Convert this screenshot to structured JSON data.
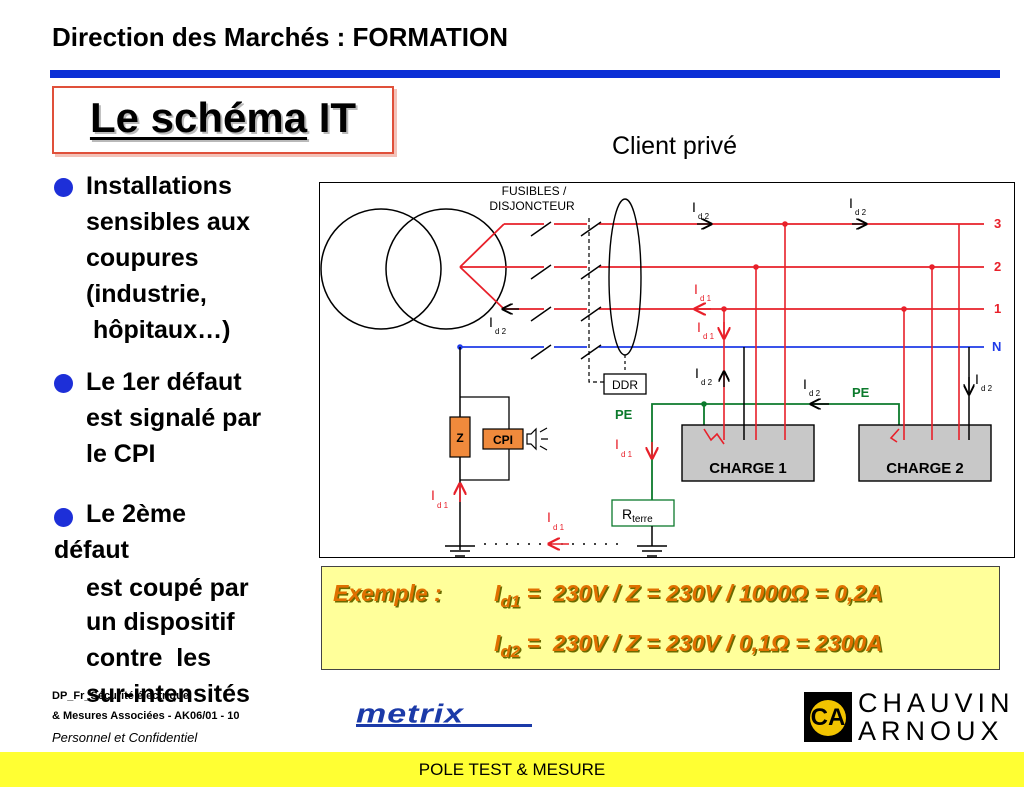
{
  "header": {
    "title": "Direction des Marchés : FORMATION"
  },
  "slide": {
    "title_part1": "Le schéma",
    "title_part2": " IT",
    "client_label": "Client privé"
  },
  "bullets": [
    {
      "lines": [
        "Installations",
        "sensibles aux",
        "coupures",
        "(industrie,",
        " hôpitaux…)"
      ]
    },
    {
      "lines": [
        "Le 1er défaut",
        "est signalé par",
        "le CPI"
      ]
    },
    {
      "lines": [
        "Le 2ème",
        "défaut",
        "est coupé par",
        "un dispositif",
        "contre  les",
        "sur-intensités"
      ]
    }
  ],
  "diagram": {
    "fuses_label_1": "FUSIBLES /",
    "fuses_label_2": "DISJONCTEUR",
    "phase_labels": [
      "3",
      "2",
      "1",
      "N"
    ],
    "ddr_label": "DDR",
    "z_label": "Z",
    "cpi_label": "CPI",
    "pe_label": "PE",
    "current_symbol": "I",
    "sub_d1": "d 1",
    "sub_d2": "d 2",
    "charge1": "CHARGE 1",
    "charge2": "CHARGE 2",
    "rterre_main": "R",
    "rterre_sub": "terre",
    "colors": {
      "phase": "#e8202a",
      "neutral": "#1f3be8",
      "pe": "#0c7a2c",
      "charge_fill": "#c8c8c8",
      "z_fill": "#f08a3c"
    }
  },
  "example": {
    "label": "Exemple :",
    "eq1": {
      "lhs_main": "I",
      "lhs_sub": "d1",
      "rhs": " =  230V / Z = 230V / 1000Ω = 0,2A"
    },
    "eq2": {
      "lhs_main": "I",
      "lhs_sub": "d2",
      "rhs": " =  230V / Z = 230V / 0,1Ω = 2300A"
    }
  },
  "footer": {
    "doc_line1": "DP_Fr_Sécurité électrique",
    "doc_line2": "& Mesures Associées - AK06/01 - 10",
    "confidential": "Personnel et Confidentiel",
    "bar_text": "POLE TEST & MESURE"
  },
  "logos": {
    "metrix": "metrix",
    "ca_line1": "CHAUVIN",
    "ca_line2": "ARNOUX",
    "ca_glyph": "CA",
    "colors": {
      "metrix": "#1b3aa8",
      "ca_yellow": "#f2c400"
    }
  }
}
